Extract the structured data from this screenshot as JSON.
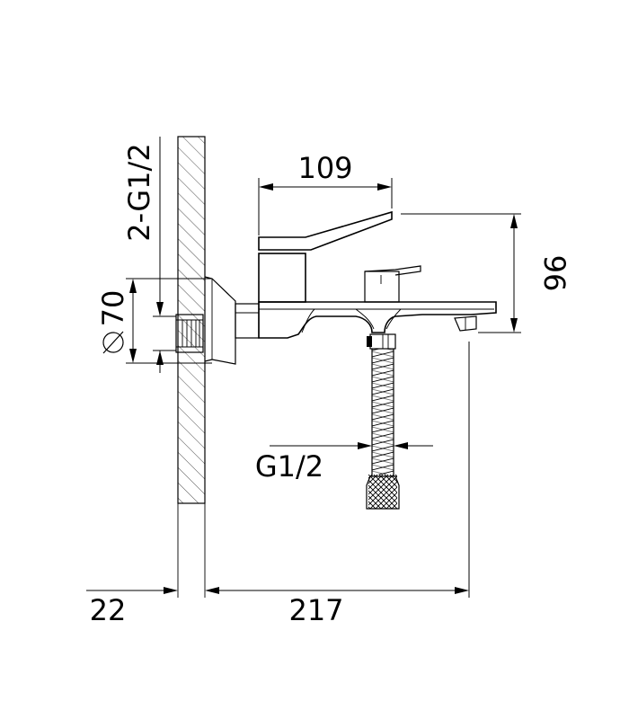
{
  "dimensions": {
    "spout_reach": "109",
    "height": "96",
    "inlet_thread": "2-G1/2",
    "flange_diameter": "70",
    "hose_thread": "G1/2",
    "wall_offset": "22",
    "overall_depth": "217"
  },
  "icons": {
    "diameter_symbol": "diameter-symbol"
  }
}
